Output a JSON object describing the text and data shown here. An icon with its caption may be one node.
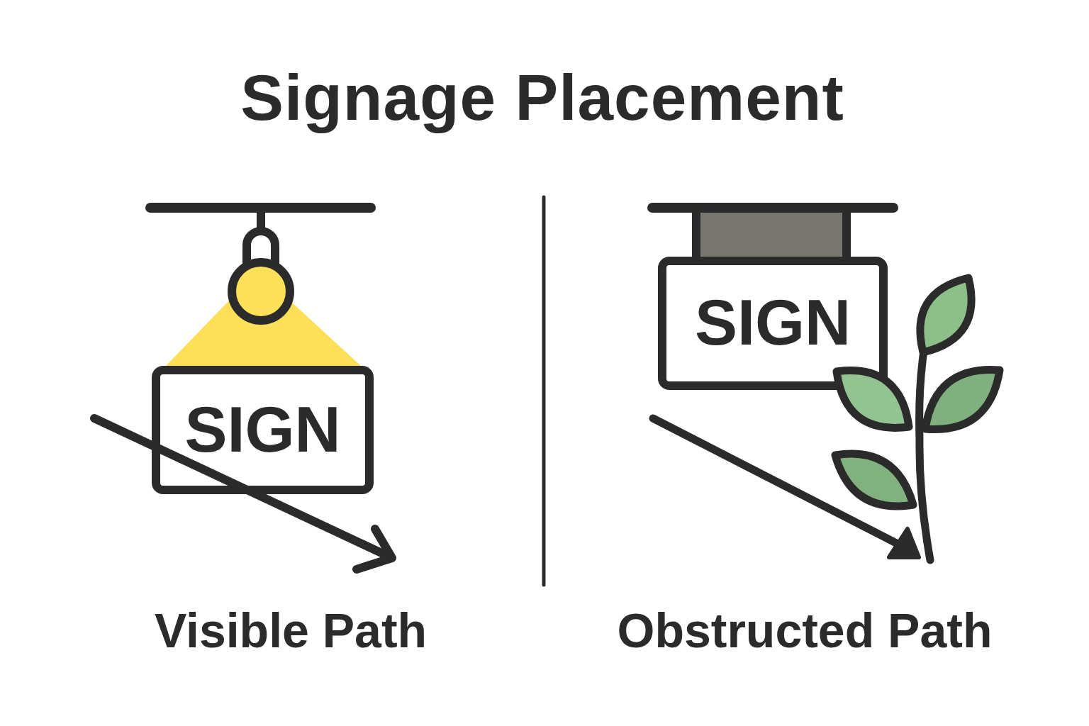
{
  "diagram": {
    "title": "Signage Placement",
    "nodes": [
      {
        "text": [
          "SIGN"
        ]
      },
      {
        "text": [
          "SIGN"
        ]
      }
    ],
    "labels": [
      "Visible Path",
      "Obstructed Path"
    ]
  }
}
